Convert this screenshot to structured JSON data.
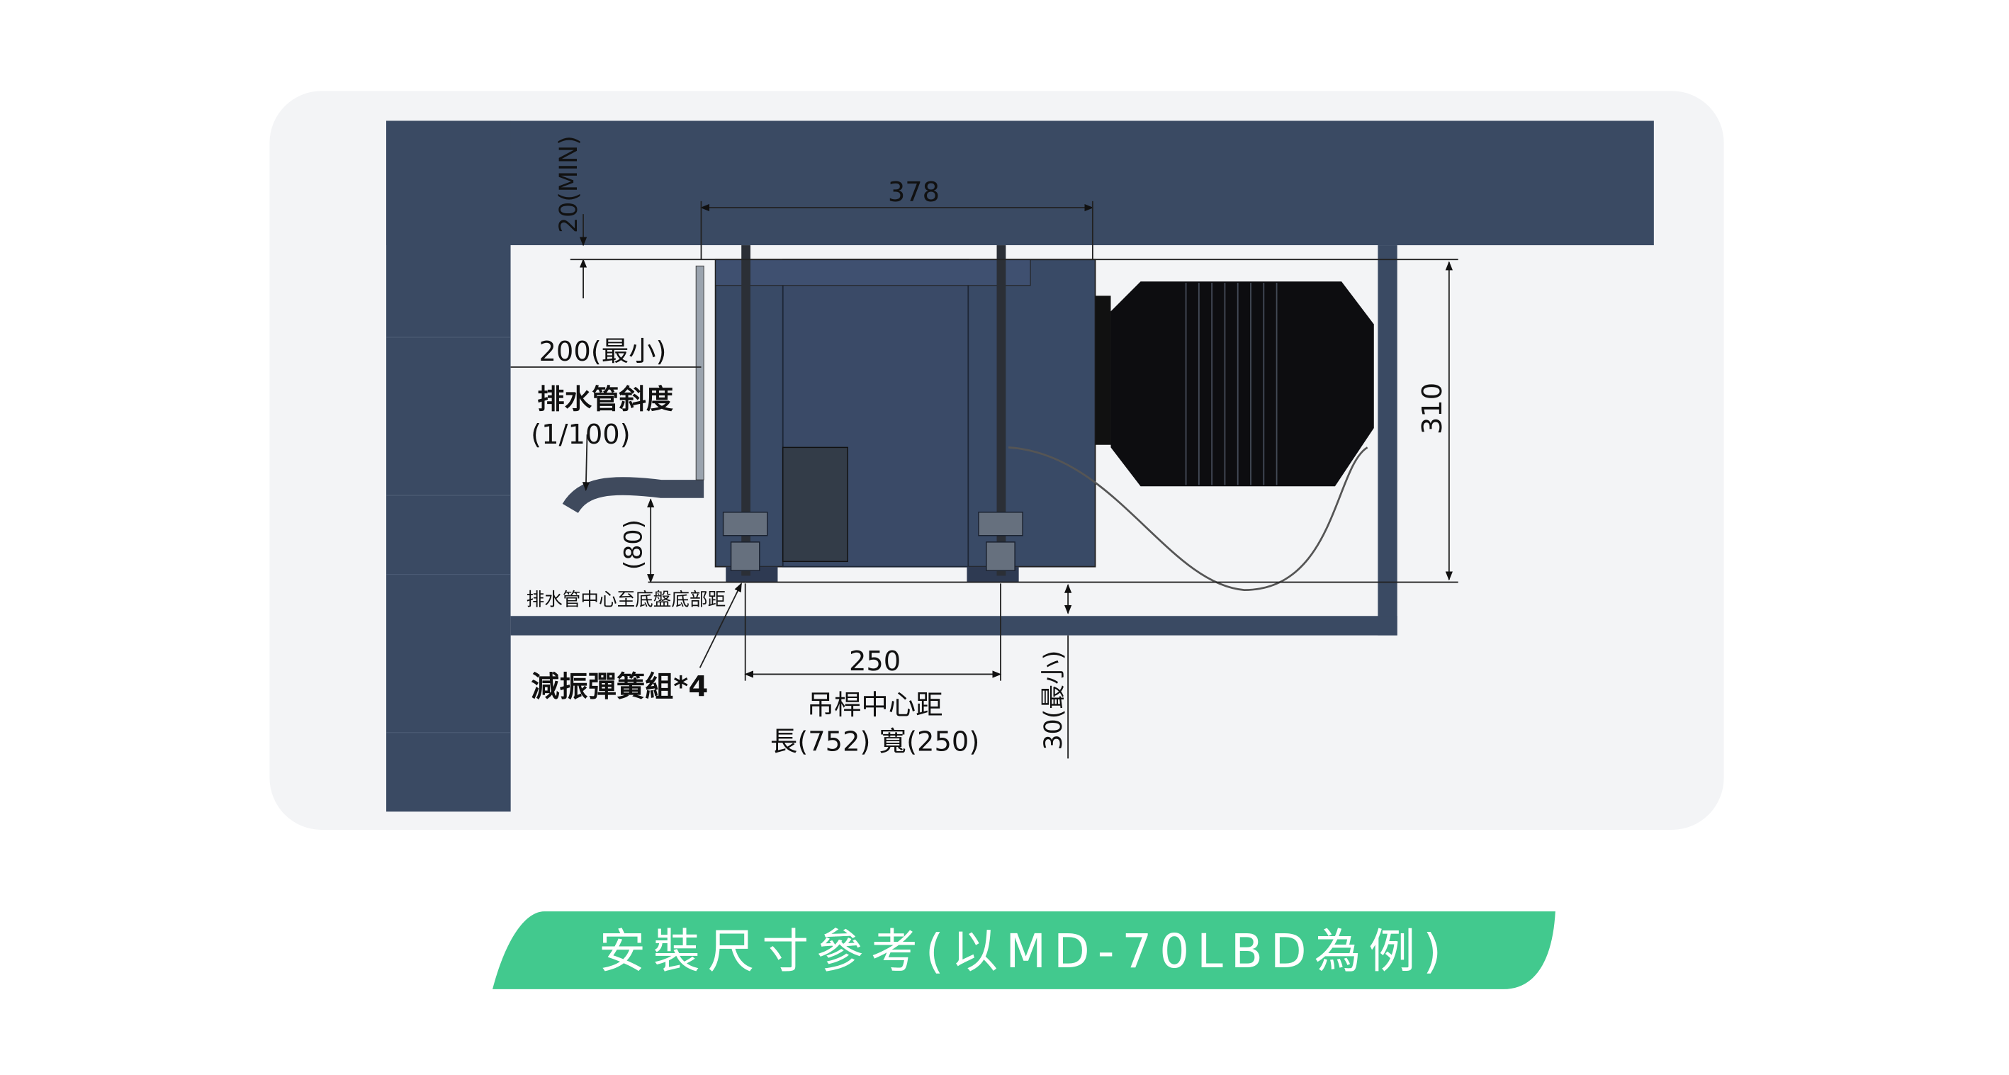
{
  "colors": {
    "panel_bg": "#f3f4f6",
    "structure": "#3a4a63",
    "unit_body": "#394a66",
    "fan": "#0d0d10",
    "banner": "#42c98e",
    "banner_text": "#ffffff"
  },
  "diagram": {
    "dim_top_clearance": "20(MIN)",
    "dim_unit_width": "378",
    "dim_side_clearance": "200(最小)",
    "drain_slope_label": "排水管斜度",
    "drain_slope_value": "(1/100)",
    "dim_drain_height": "(80)",
    "drain_height_note": "排水管中心至底盤底部距",
    "spring_label": "減振彈簧組*4",
    "dim_rod_spacing": "250",
    "rod_spacing_label": "吊桿中心距",
    "rod_spacing_values": "長(752) 寬(250)",
    "dim_bottom_clearance": "30(最小)",
    "dim_unit_height": "310"
  },
  "banner": {
    "title": "安裝尺寸參考(以MD-70LBD為例)"
  }
}
